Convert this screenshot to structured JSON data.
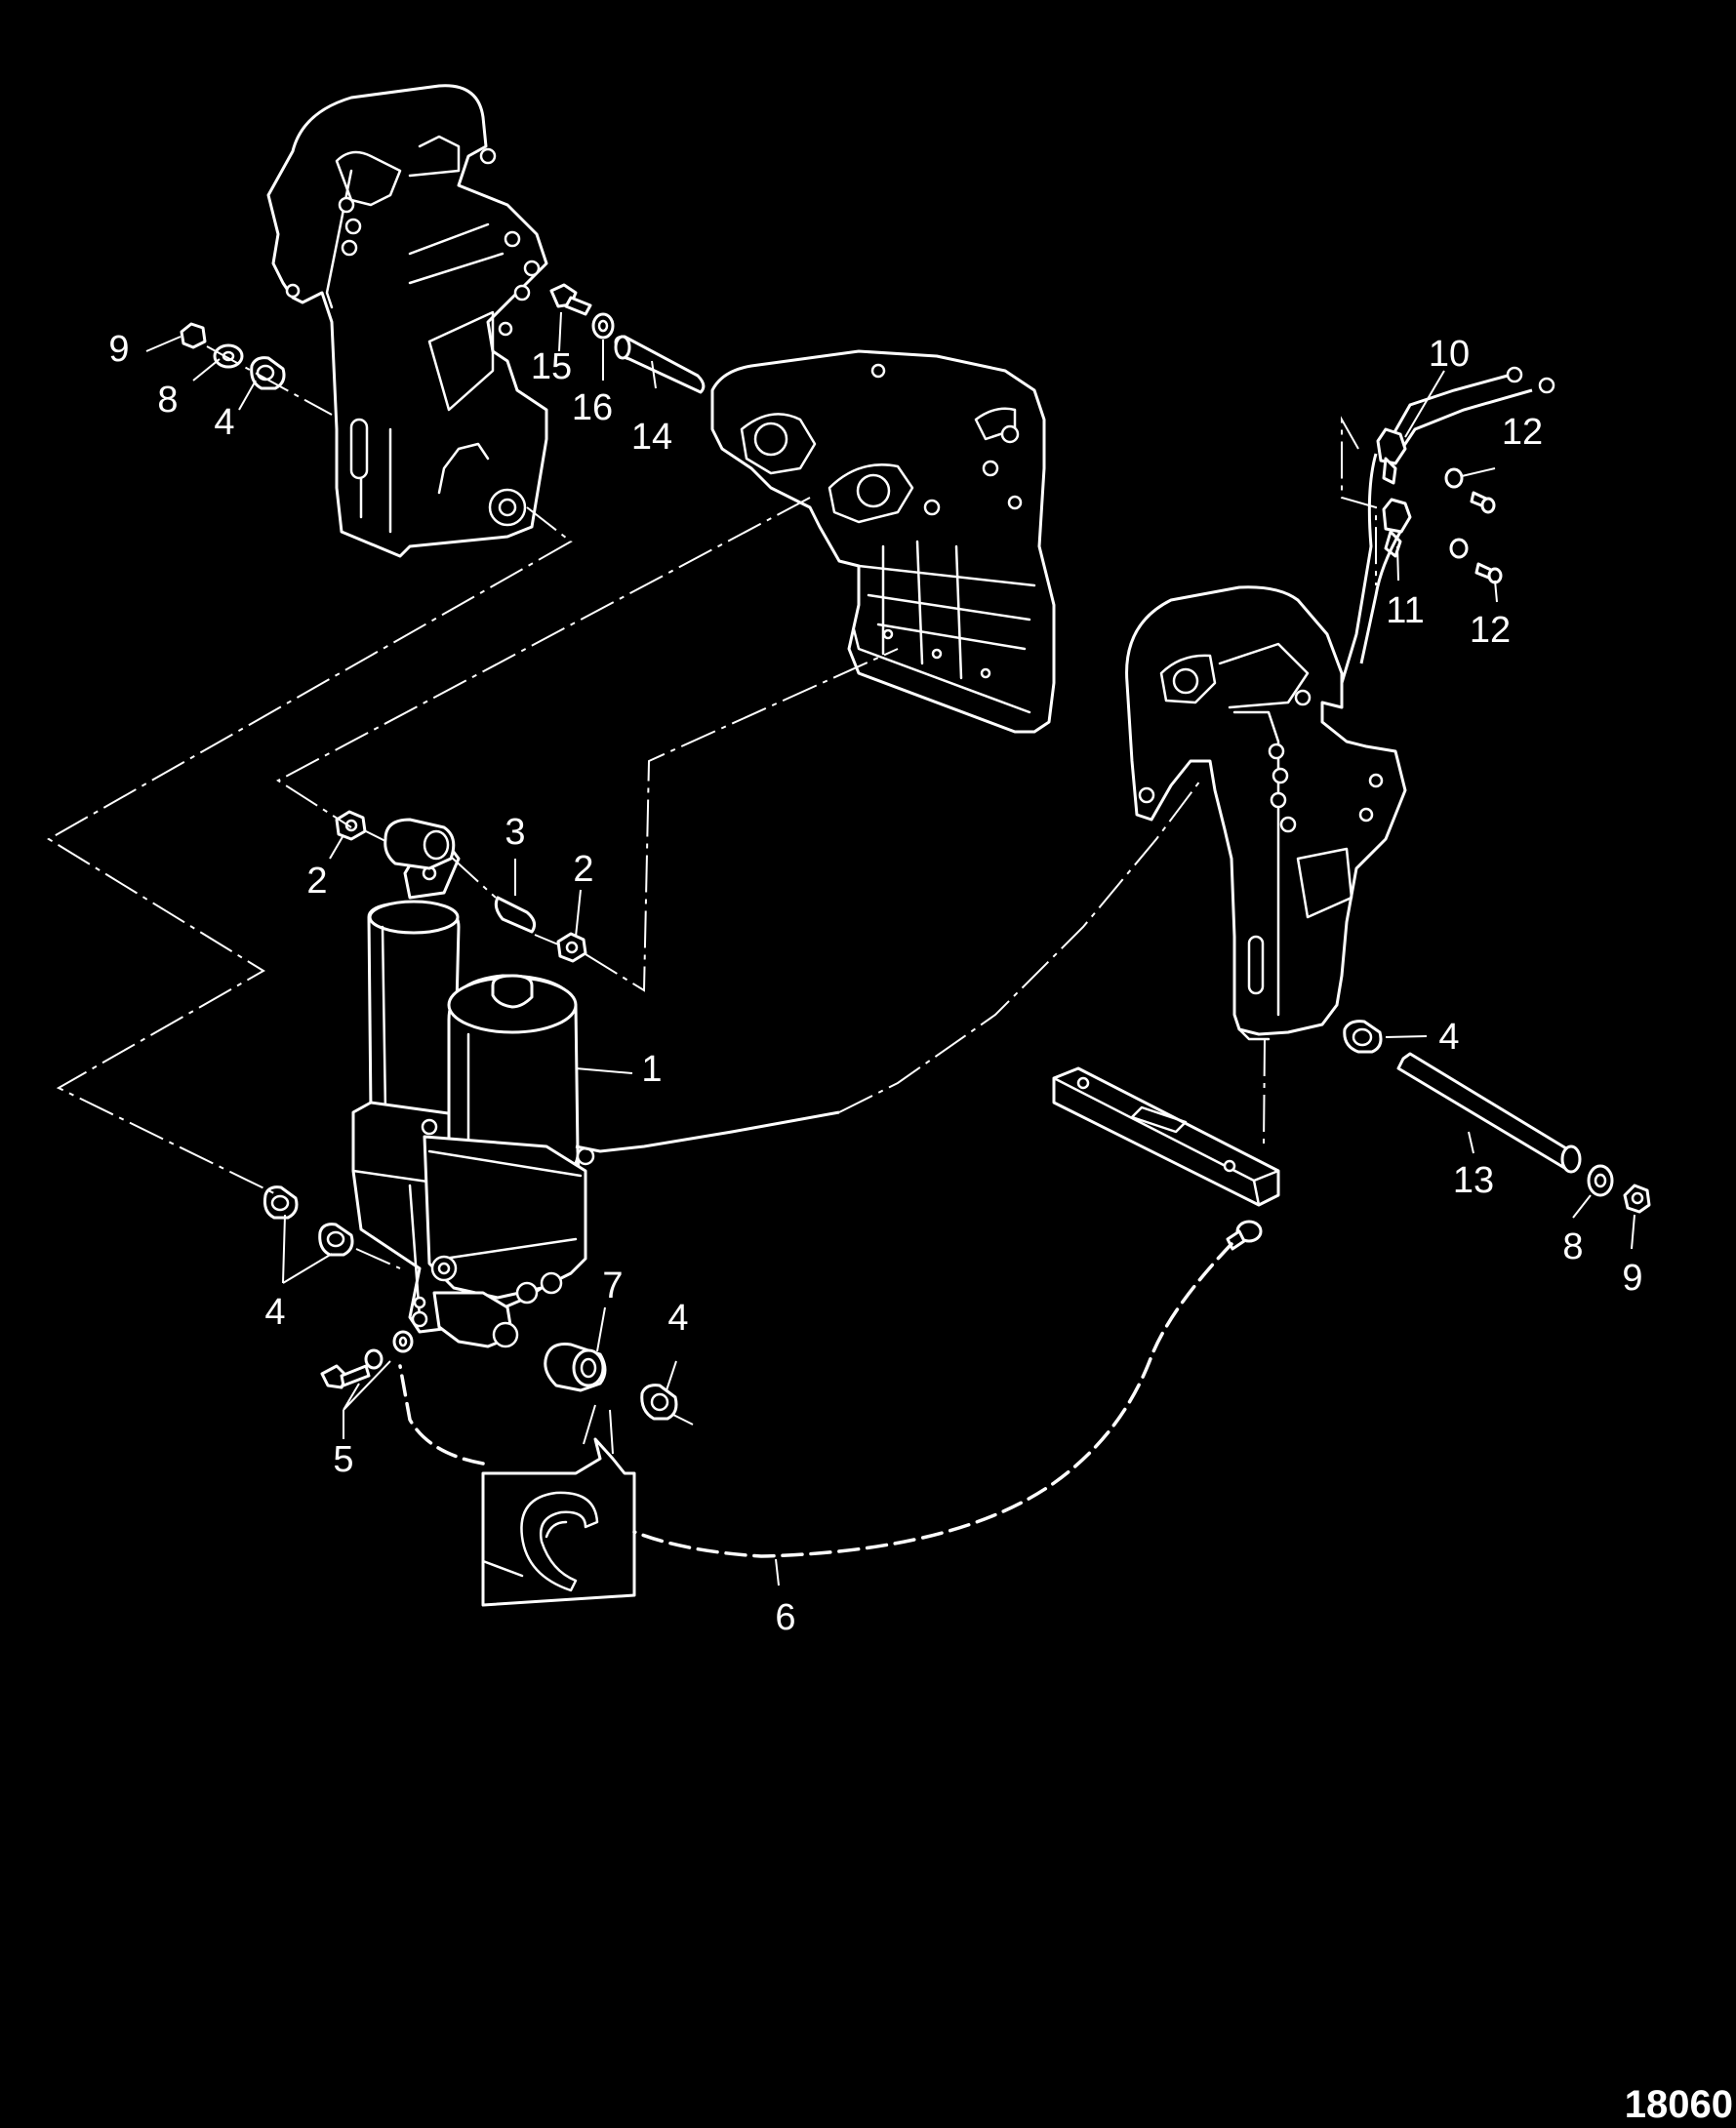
{
  "diagram": {
    "callouts": {
      "c1": "1",
      "c2a": "2",
      "c2b": "2",
      "c3": "3",
      "c4_top": "4",
      "c4_right": "4",
      "c4_left": "4",
      "c4_bottom": "4",
      "c5": "5",
      "c6": "6",
      "c7": "7",
      "c8_top": "8",
      "c8_right": "8",
      "c9_top": "9",
      "c9_right": "9",
      "c10": "10",
      "c11": "11",
      "c12a": "12",
      "c12b": "12",
      "c13": "13",
      "c14": "14",
      "c15": "15",
      "c16": "16"
    },
    "figure_number": "18060"
  },
  "colors": {
    "background": "#000000",
    "linework": "#ffffff"
  }
}
